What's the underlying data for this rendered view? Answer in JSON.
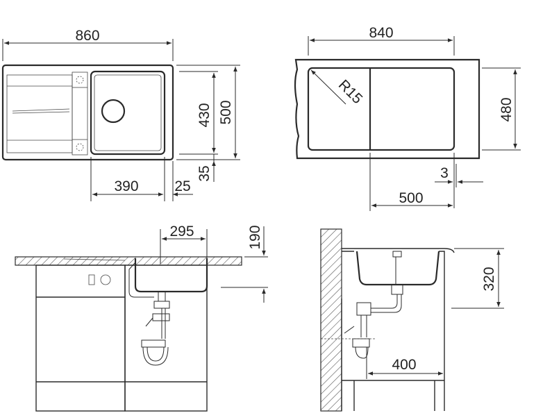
{
  "dimensions": {
    "top_width": "860",
    "top_height_inner": "430",
    "top_height_outer": "500",
    "bowl_width": "390",
    "rim_offset": "25",
    "rim_bottom": "35",
    "cutout_width": "840",
    "cutout_height": "480",
    "corner_radius": "R15",
    "edge_gap": "3",
    "cutout_half": "500",
    "front_offset": "295",
    "front_depth": "190",
    "side_height": "320",
    "side_depth": "400"
  },
  "colors": {
    "line": "#2a2a2a",
    "hatch": "#bdbdbd",
    "background": "#ffffff"
  }
}
